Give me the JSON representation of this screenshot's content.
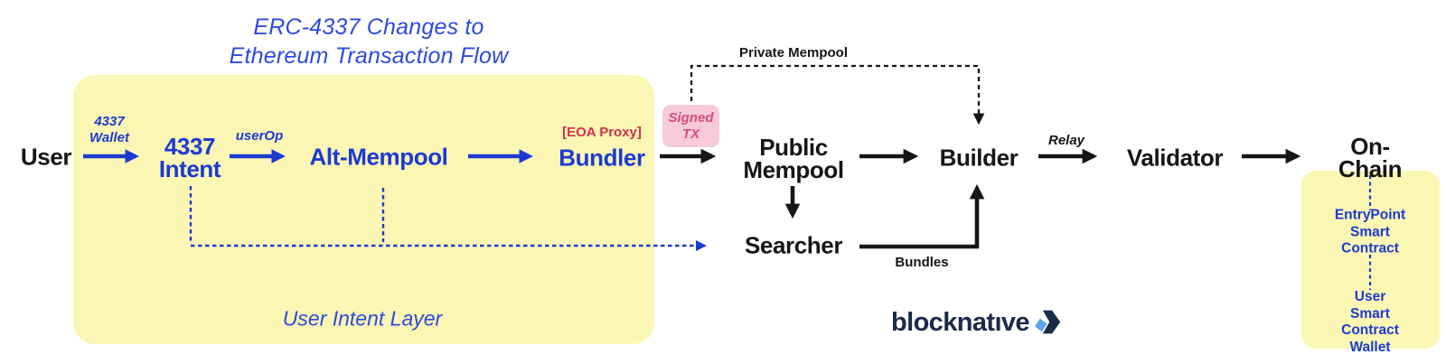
{
  "title": "ERC-4337 Changes to\nEthereum Transaction Flow",
  "intent_layer": {
    "caption": "User Intent Layer",
    "user": "User",
    "wallet_label": "4337\nWallet",
    "intent": "4337\nIntent",
    "user_op_label": "userOp",
    "alt_mempool": "Alt-Mempool",
    "eoa_proxy_label": "[EOA Proxy]",
    "bundler": "Bundler"
  },
  "tx_flow": {
    "signed_tx": "Signed\nTX",
    "private_mempool_label": "Private Mempool",
    "public_mempool": "Public\nMempool",
    "searcher": "Searcher",
    "bundles_label": "Bundles",
    "builder": "Builder",
    "relay_label": "Relay",
    "validator": "Validator",
    "on_chain": "On-Chain"
  },
  "on_chain_detail": {
    "entry_point": "EntryPoint\nSmart Contract",
    "smart_wallet": "User\nSmart Contract\nWallet"
  },
  "brand": {
    "name": "blocknatıve"
  },
  "colors": {
    "blue": "#1b3ad4",
    "title_blue": "#2c4ae0",
    "yellow": "#fbf6b3",
    "pink": "#f6cad8",
    "pink_text": "#d84b79",
    "crimson": "#d32e4d",
    "ink": "#161616",
    "navy": "#1a2b4a",
    "logo_blue": "#5da4e8"
  }
}
